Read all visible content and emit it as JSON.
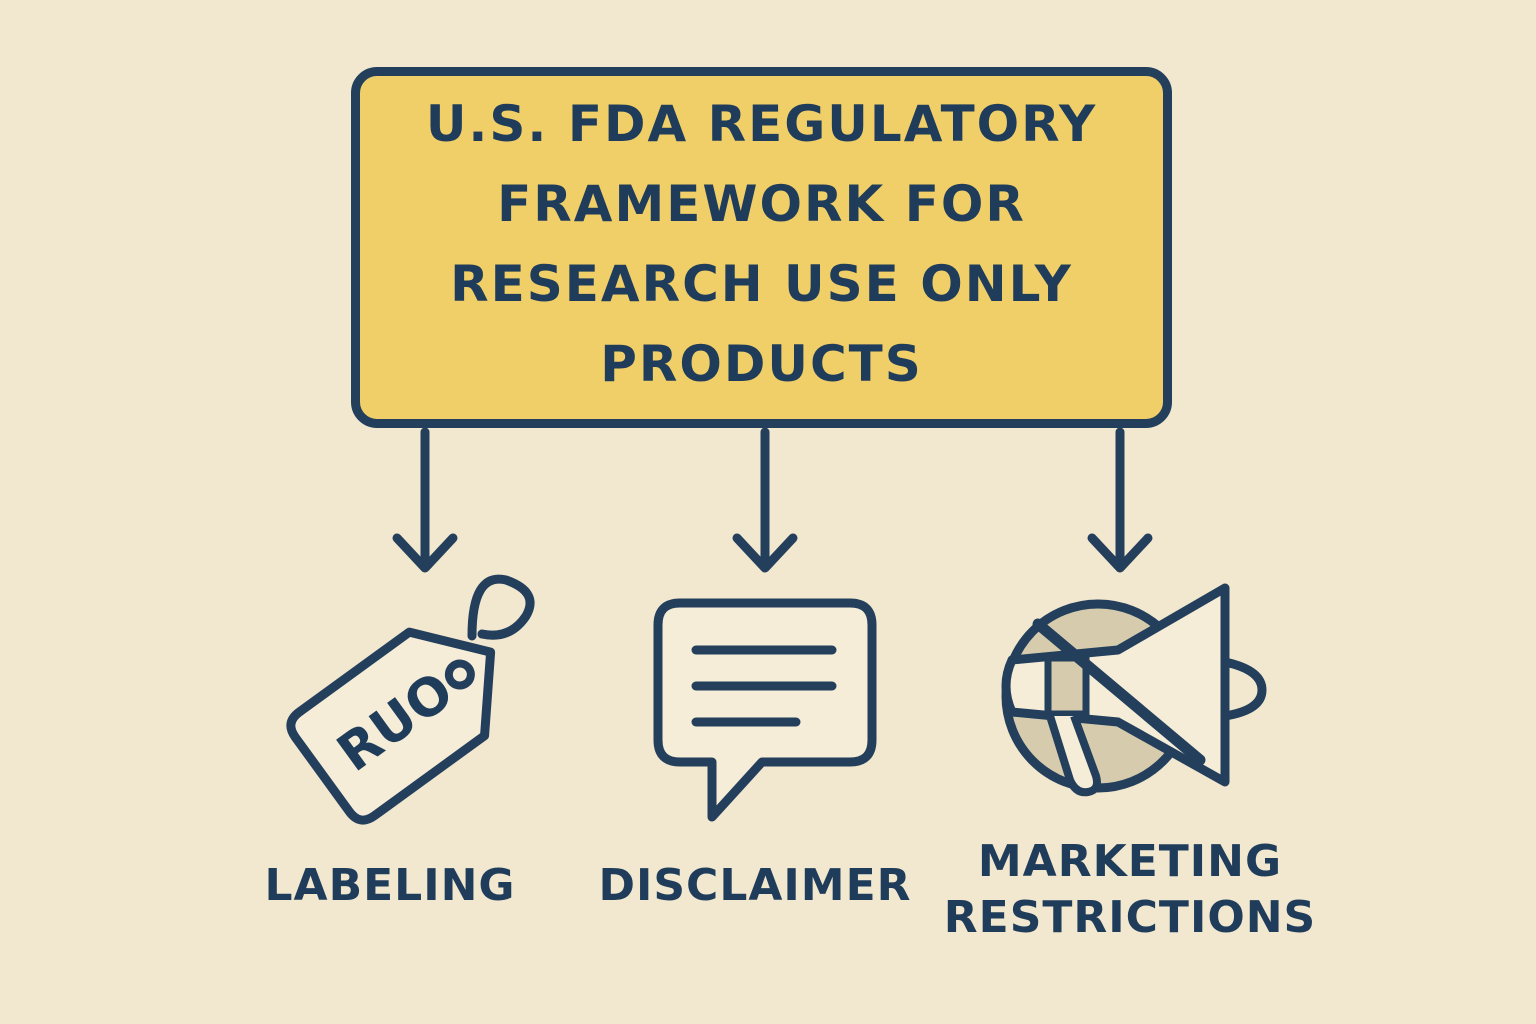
{
  "title": "U.S. FDA REGULATORY\nFRAMEWORK FOR\nRESEARCH USE ONLY\nPRODUCTS",
  "branches": [
    {
      "label": "LABELING",
      "icon": "ruo-tag-icon",
      "tag_text": "RUO"
    },
    {
      "label": "DISCLAIMER",
      "icon": "speech-bubble-icon"
    },
    {
      "label": "MARKETING\nRESTRICTIONS",
      "icon": "no-megaphone-icon"
    }
  ],
  "colors": {
    "background": "#f2e7cf",
    "title_fill": "#f1cf68",
    "ink": "#233f5c",
    "icon_fill": "#f6edd9",
    "icon_shade": "#d6cbad"
  }
}
